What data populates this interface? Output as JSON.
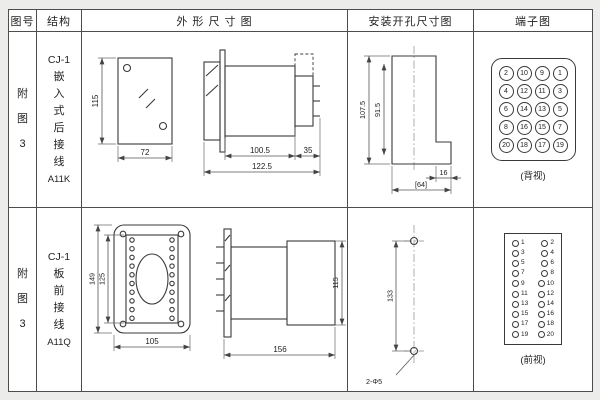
{
  "header": {
    "figure": "图号",
    "structure": "结构",
    "outline": "外 形 尺 寸 图",
    "install": "安装开孔尺寸图",
    "terminal": "端子图"
  },
  "row1": {
    "figure": "附图3",
    "structure": {
      "model": "CJ-1",
      "mount": "嵌入式后接线",
      "code": "A11K"
    },
    "outline": {
      "height": "115",
      "width": "72",
      "depth_body": "100.5",
      "depth_terminal": "35",
      "depth_total": "122.5"
    },
    "install": {
      "height": "107.5",
      "inner_height": "91.5",
      "notch_width": "16",
      "width": "[64]"
    },
    "terminal": {
      "view": "(背视)",
      "rows": [
        [
          "2",
          "10",
          "9",
          "1"
        ],
        [
          "4",
          "12",
          "11",
          "3"
        ],
        [
          "6",
          "14",
          "13",
          "5"
        ],
        [
          "8",
          "16",
          "15",
          "7"
        ],
        [
          "20",
          "18",
          "17",
          "19"
        ]
      ]
    }
  },
  "row2": {
    "figure": "附图3",
    "structure": {
      "model": "CJ-1",
      "mount": "板前接线",
      "code": "A11Q"
    },
    "outline": {
      "height": "149",
      "inner_height": "125",
      "width": "105",
      "length": "156",
      "side_height": "115"
    },
    "install": {
      "hole_spacing": "133",
      "holes": "2-Φ5"
    },
    "terminal": {
      "view": "(前视)",
      "left": [
        "1",
        "3",
        "5",
        "7",
        "9",
        "11",
        "13",
        "15",
        "17",
        "19"
      ],
      "right": [
        "2",
        "4",
        "6",
        "8",
        "10",
        "12",
        "14",
        "16",
        "18",
        "20"
      ]
    }
  }
}
